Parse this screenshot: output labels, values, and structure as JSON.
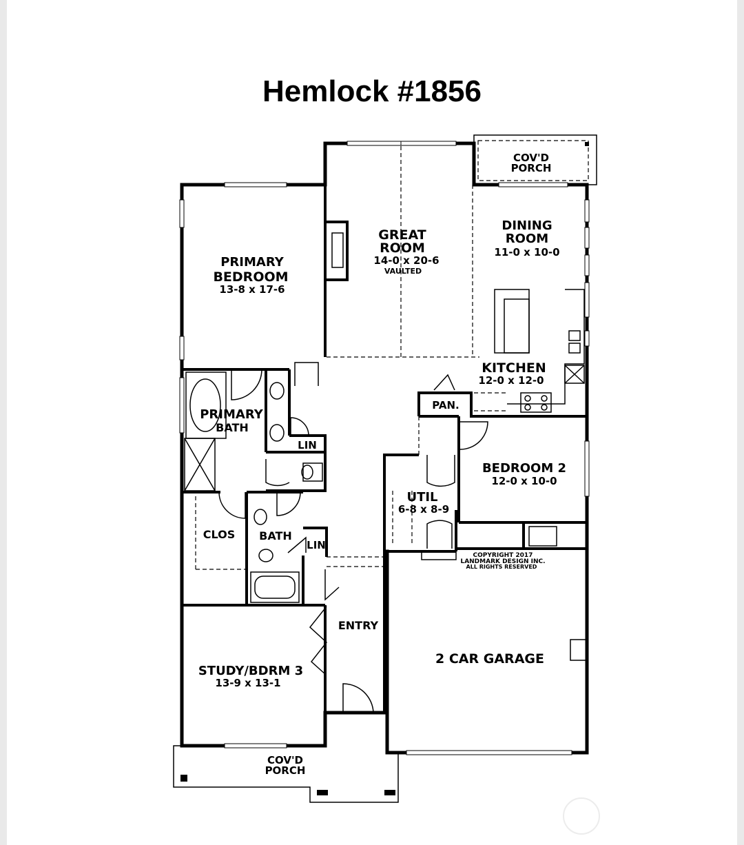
{
  "title": "Hemlock #1856",
  "rooms": {
    "covd_porch_rear": {
      "line1": "COV'D",
      "line2": "PORCH"
    },
    "great_room": {
      "line1": "GREAT",
      "line2": "ROOM",
      "dims": "14-0 x 20-6",
      "note": "VAULTED"
    },
    "dining_room": {
      "line1": "DINING",
      "line2": "ROOM",
      "dims": "11-0 x 10-0"
    },
    "primary_bedroom": {
      "line1": "PRIMARY",
      "line2": "BEDROOM",
      "dims": "13-8 x 17-6"
    },
    "kitchen": {
      "name": "KITCHEN",
      "dims": "12-0 x 12-0"
    },
    "pantry": {
      "name": "PAN."
    },
    "primary_bath": {
      "line1": "PRIMARY",
      "line2": "BATH"
    },
    "linen_1": {
      "name": "LIN"
    },
    "bedroom_2": {
      "name": "BEDROOM 2",
      "dims": "12-0 x 10-0"
    },
    "utility": {
      "name": "UTIL",
      "dims": "6-8 x 8-9"
    },
    "closet": {
      "name": "CLOS"
    },
    "bath": {
      "name": "BATH"
    },
    "linen_2": {
      "name": "LIN"
    },
    "entry": {
      "name": "ENTRY"
    },
    "garage": {
      "name": "2 CAR GARAGE"
    },
    "study": {
      "name": "STUDY/BDRM 3",
      "dims": "13-9 x 13-1"
    },
    "covd_porch_front": {
      "line1": "COV'D",
      "line2": "PORCH"
    }
  },
  "copyright": {
    "line1": "COPYRIGHT 2017",
    "line2": "LANDMARK DESIGN INC.",
    "line3": "ALL RIGHTS RESERVED"
  }
}
